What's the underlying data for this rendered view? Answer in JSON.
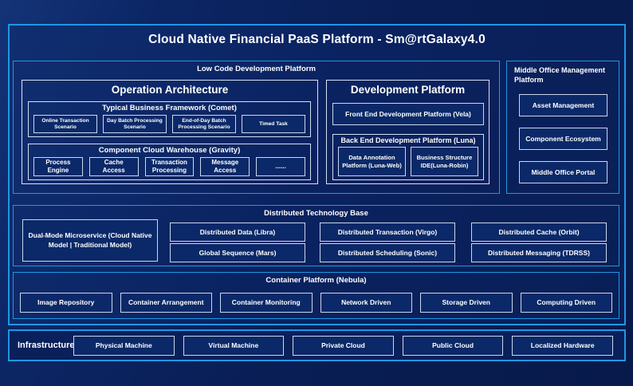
{
  "title": "Cloud Native Financial PaaS Platform - Sm@rtGalaxy4.0",
  "colors": {
    "background": "#081D52",
    "accent_cyan": "#2097E4",
    "inner_border": "#D9E4F4",
    "text": "#FFFFFF"
  },
  "low_code": {
    "label": "Low Code Development Platform",
    "operation": {
      "title": "Operation Architecture",
      "comet": {
        "title": "Typical Business Framework (Comet)",
        "items": [
          "Online Transaction Scenario",
          "Day Batch Processing Scenario",
          "End-of-Day Batch Processing Scenario",
          "Timed Task"
        ]
      },
      "gravity": {
        "title": "Component Cloud Warehouse (Gravity)",
        "items": [
          "Process Engine",
          "Cache Access",
          "Transaction Processing",
          "Message Access",
          "......"
        ]
      }
    },
    "development": {
      "title": "Development Platform",
      "front_end": "Front End Development Platform (Vela)",
      "back_end": {
        "title": "Back End Development Platform (Luna)",
        "items": [
          "Data Annotation Platform (Luna-Web)",
          "Business Structure IDE(Luna-Robin)"
        ]
      }
    }
  },
  "middle_office": {
    "title": "Middle Office Management Platform",
    "items": [
      "Asset Management",
      "Component Ecosystem",
      "Middle Office Portal"
    ]
  },
  "distributed": {
    "title": "Distributed Technology Base",
    "dual_mode": "Dual-Mode Microservice (Cloud Native Model | Traditional Model)",
    "grid": [
      "Distributed Data (Libra)",
      "Distributed Transaction (Virgo)",
      "Distributed Cache (Orbit)",
      "Global Sequence (Mars)",
      "Distributed Scheduling (Sonic)",
      "Distributed Messaging (TDRSS)"
    ]
  },
  "container": {
    "title": "Container Platform (Nebula)",
    "items": [
      "Image Repository",
      "Container Arrangement",
      "Container Monitoring",
      "Network Driven",
      "Storage Driven",
      "Computing Driven"
    ]
  },
  "infrastructure": {
    "label": "Infrastructure",
    "items": [
      "Physical Machine",
      "Virtual Machine",
      "Private Cloud",
      "Public Cloud",
      "Localized Hardware"
    ]
  }
}
